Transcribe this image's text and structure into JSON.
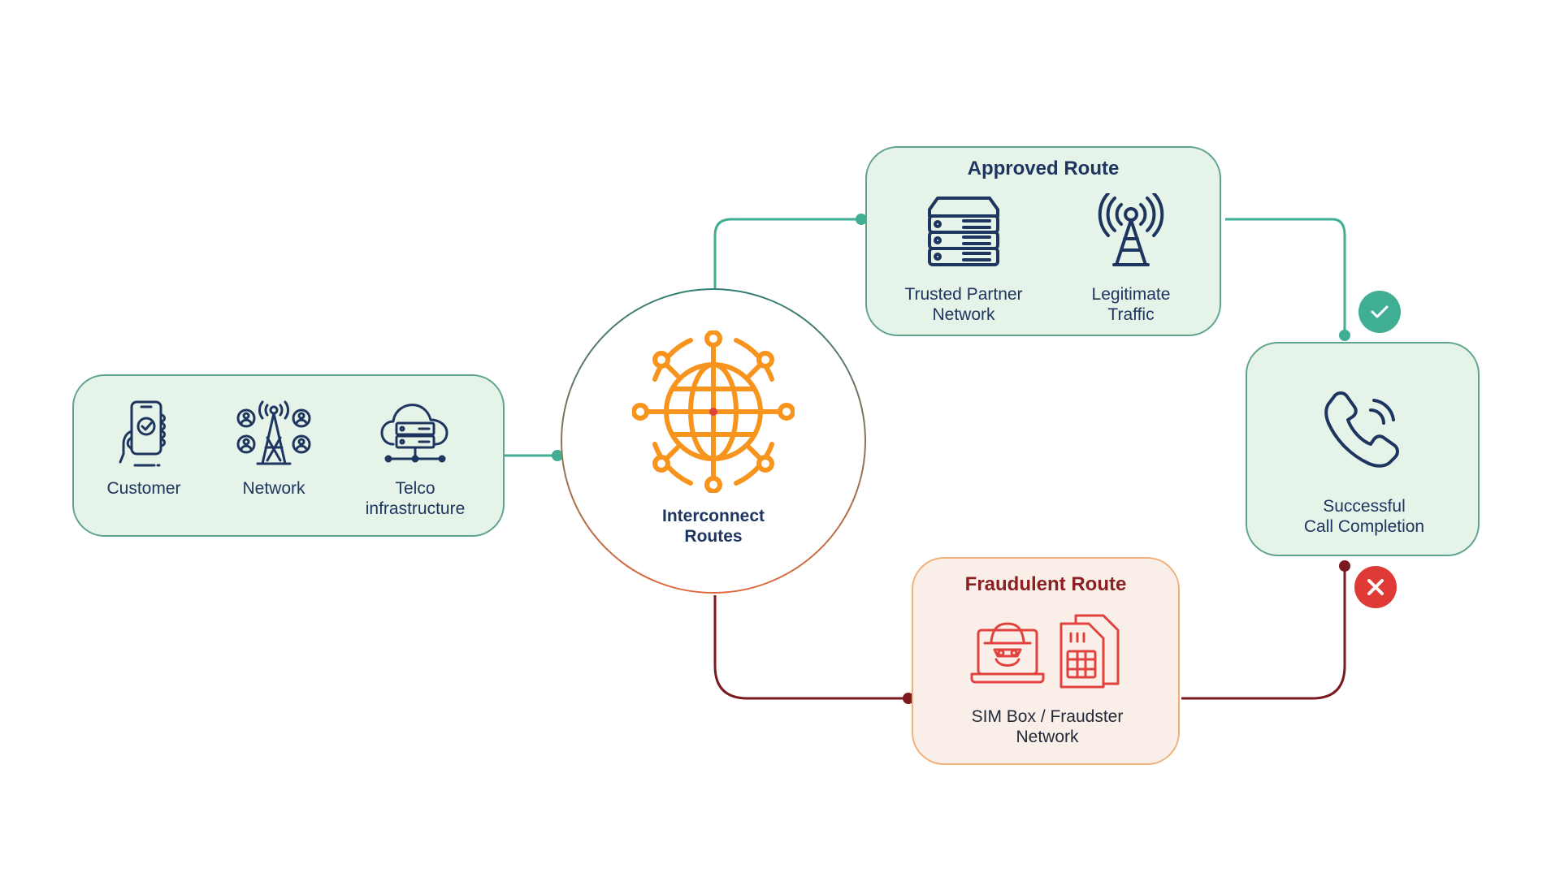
{
  "colors": {
    "approved_line": "#3fae92",
    "fraud_line": "#7a1a1e",
    "navy": "#1e3560",
    "orange": "#f7941d",
    "fraud_red": "#e0423e",
    "ok_badge": "#3fae92",
    "fail_badge": "#e03a36"
  },
  "source_panel": {
    "items": [
      {
        "label": "Customer",
        "icon": "smartphone-check-icon"
      },
      {
        "label": "Network",
        "icon": "cell-tower-users-icon"
      },
      {
        "label": "Telco\ninfrastructure",
        "icon": "cloud-server-icon"
      }
    ]
  },
  "hub": {
    "label": "Interconnect\nRoutes",
    "icon": "globe-network-icon"
  },
  "approved_route": {
    "title": "Approved Route",
    "items": [
      {
        "label": "Trusted Partner\nNetwork",
        "icon": "server-stack-icon"
      },
      {
        "label": "Legitimate\nTraffic",
        "icon": "radio-tower-icon"
      }
    ]
  },
  "fraudulent_route": {
    "title": "Fraudulent Route",
    "items": [
      {
        "label": "SIM Box / Fraudster\nNetwork",
        "icons": [
          "hacker-laptop-icon",
          "sim-card-icon"
        ]
      }
    ]
  },
  "destination": {
    "label": "Successful\nCall Completion",
    "icon": "phone-call-icon"
  },
  "status": {
    "approved": "check-icon",
    "fraudulent": "cross-icon"
  }
}
